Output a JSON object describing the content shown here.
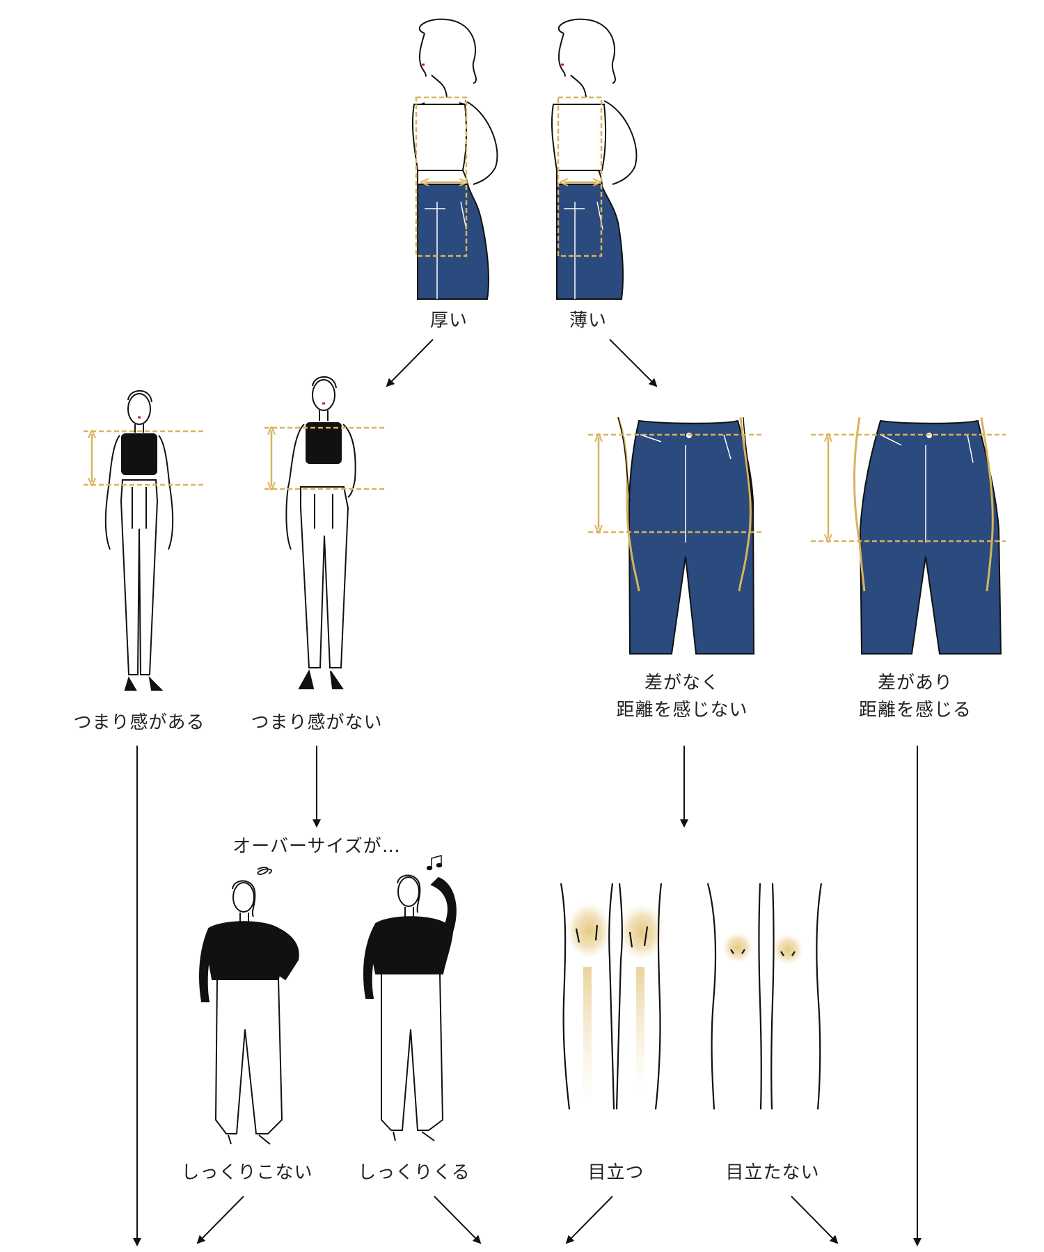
{
  "labels": {
    "thick": "厚い",
    "thin": "薄い",
    "cramped": "つまり感がある",
    "not_cramped": "つまり感がない",
    "no_diff_line1": "差がなく",
    "no_diff_line2": "距離を感じない",
    "diff_line1": "差があり",
    "diff_line2": "距離を感じる",
    "oversize": "オーバーサイズが…",
    "not_fit": "しっくりこない",
    "fit": "しっくりくる",
    "stands_out": "目立つ",
    "not_stand_out": "目立たない"
  },
  "colors": {
    "denim": "#2b4a7d",
    "guide": "#d9b35c",
    "highlight": "#e9cf8a",
    "ink": "#111111",
    "lips": "#cc2222"
  },
  "icons": [
    "arrow-icon",
    "music-note-icon",
    "dizzy-icon"
  ]
}
